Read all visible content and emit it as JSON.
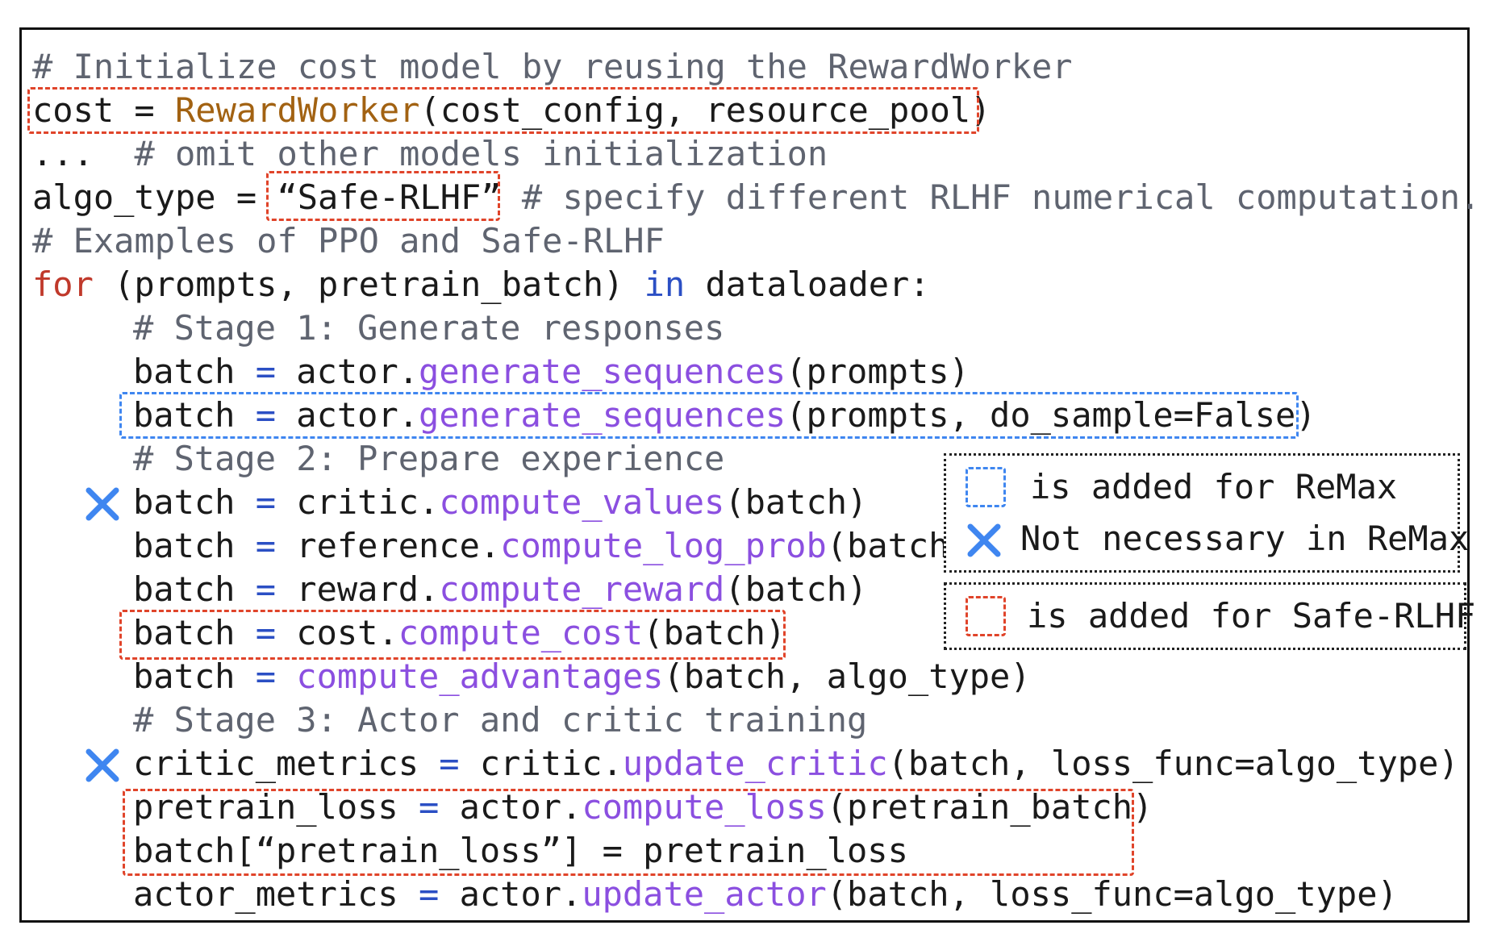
{
  "code": {
    "l1": {
      "comment": "# Initialize cost model by reusing the RewardWorker"
    },
    "l2": {
      "a": "cost = ",
      "b": "RewardWorker",
      "c": "(cost_config, resource_pool)"
    },
    "l3": {
      "a": "...  ",
      "b": "# omit other models initialization"
    },
    "l4": {
      "a": "algo_type = ",
      "b": "“Safe-RLHF”",
      "c": " ",
      "d": "# specify different RLHF numerical computation."
    },
    "l5": {
      "comment": "# Examples of PPO and Safe-RLHF"
    },
    "l6": {
      "a": "for",
      "b": " (prompts, pretrain_batch) ",
      "c": "in",
      "d": " dataloader:"
    },
    "l7": {
      "comment": "# Stage 1: Generate responses"
    },
    "l8": {
      "a": "batch ",
      "op": "=",
      "b": " actor.",
      "m": "generate_sequences",
      "c": "(prompts)"
    },
    "l9": {
      "a": "batch ",
      "op": "=",
      "b": " actor.",
      "m": "generate_sequences",
      "c": "(prompts, do_sample=False)"
    },
    "l10": {
      "comment": "# Stage 2: Prepare experience"
    },
    "l11": {
      "a": "batch ",
      "op": "=",
      "b": " critic.",
      "m": "compute_values",
      "c": "(batch)"
    },
    "l12": {
      "a": "batch ",
      "op": "=",
      "b": " reference.",
      "m": "compute_log_prob",
      "c": "(batch"
    },
    "l13": {
      "a": "batch ",
      "op": "=",
      "b": " reward.",
      "m": "compute_reward",
      "c": "(batch)"
    },
    "l14": {
      "a": "batch ",
      "op": "=",
      "b": " cost.",
      "m": "compute_cost",
      "c": "(batch)"
    },
    "l15": {
      "a": "batch ",
      "op": "=",
      "b": " ",
      "m": "compute_advantages",
      "c": "(batch, algo_type)"
    },
    "l16": {
      "comment": "# Stage 3: Actor and critic training"
    },
    "l17": {
      "a": "critic_metrics ",
      "op": "=",
      "b": " critic.",
      "m": "update_critic",
      "c": "(batch, loss_func=algo_type)"
    },
    "l18": {
      "a": "pretrain_loss ",
      "op": "=",
      "b": " actor.",
      "m": "compute_loss",
      "c": "(pretrain_batch)"
    },
    "l19": {
      "a": "batch[“pretrain_loss”] = pretrain_loss"
    },
    "l20": {
      "a": "actor_metrics ",
      "op": "=",
      "b": " actor.",
      "m": "update_actor",
      "c": "(batch, loss_func=algo_type)"
    }
  },
  "legend": {
    "remax_added": "is added for ReMax",
    "remax_unnecessary": "Not necessary in ReMax",
    "safe_added": "is added for Safe-RLHF"
  },
  "colors": {
    "comment": "#5f6470",
    "keyword": "#c0392b",
    "keyword_in": "#2b4fc4",
    "class": "#a26212",
    "method": "#8b4fe0",
    "operator": "#2b4fc4",
    "safe_rlhf_box": "#e0442a",
    "remax_box": "#3f86f0"
  },
  "icons": [
    "x-mark-icon"
  ]
}
